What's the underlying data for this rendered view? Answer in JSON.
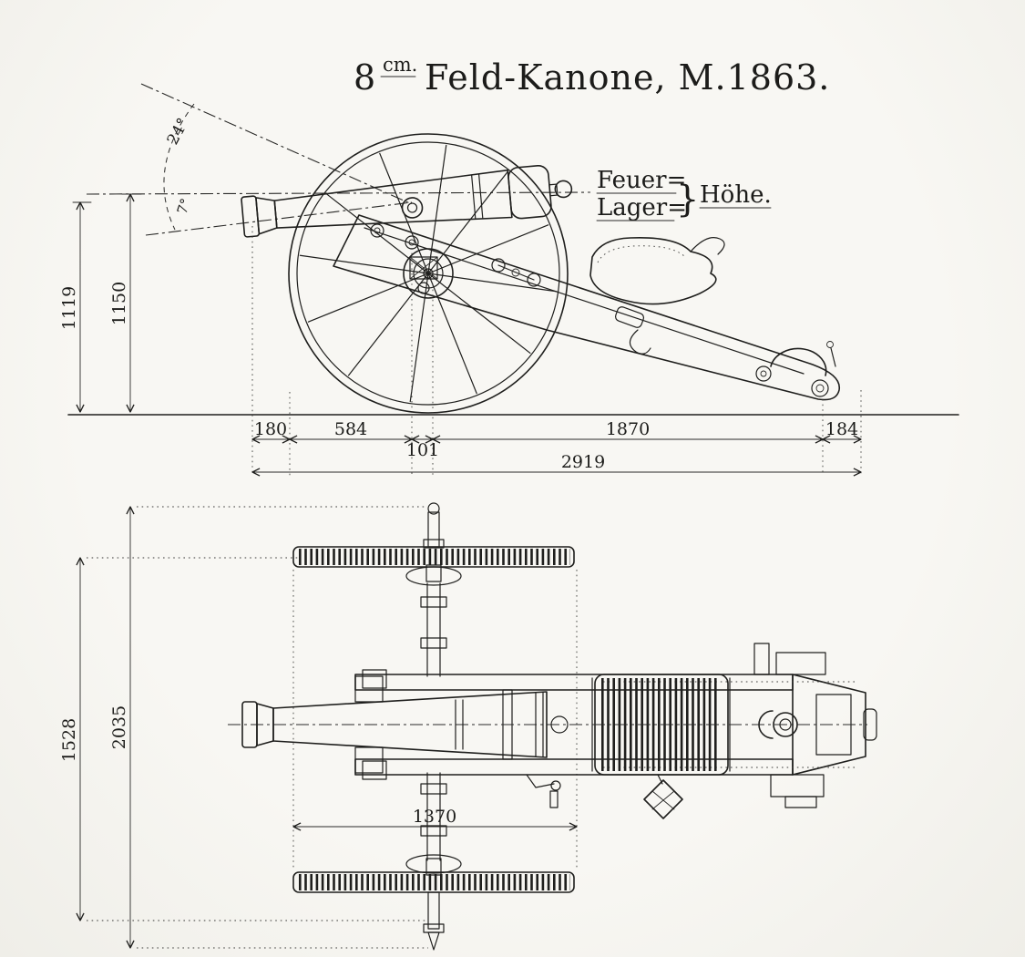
{
  "title": {
    "number": "8",
    "unit": "cm.",
    "name": "Feld-Kanone, M.1863."
  },
  "ink_color": "#1f1f1d",
  "paper_color": "#f6f5f1",
  "side_view": {
    "angle_labels": {
      "max_elevation": "24°",
      "depression": "7°"
    },
    "fire_height_label": {
      "line1": "Feuer=",
      "line2": "Lager=",
      "brace": "}",
      "suffix": "Höhe."
    },
    "vertical_dims": {
      "outer": "1119",
      "inner": "1150"
    },
    "horizontal_dims": {
      "d1": "180",
      "d2": "584",
      "d3": "101",
      "d4": "1870",
      "d5": "184",
      "total": "2919"
    }
  },
  "plan_view": {
    "vertical_dims": {
      "inner": "1528",
      "outer": "2035"
    },
    "wheel_dim": "1370"
  }
}
